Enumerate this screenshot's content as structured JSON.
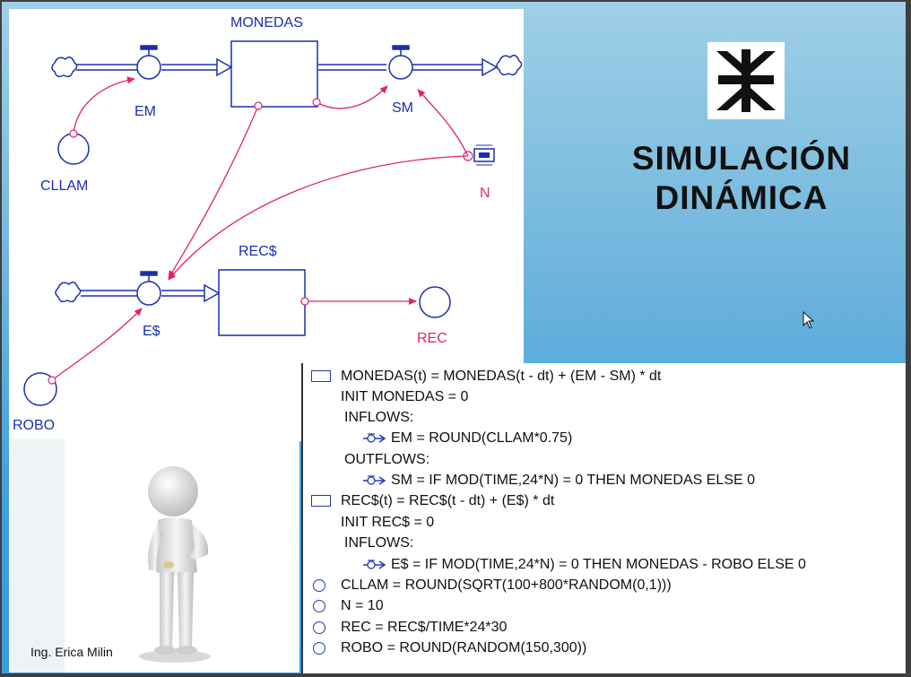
{
  "slide": {
    "title_line1": "SIMULACIÓN",
    "title_line2": "DINÁMICA",
    "author": "Ing. Erica Milin",
    "colors": {
      "diagram_blue": "#1a2fb0",
      "connector_pink": "#e0246e",
      "background": "#4aa3e0"
    }
  },
  "diagram": {
    "stocks": [
      "MONEDAS",
      "REC$"
    ],
    "flows": [
      "EM",
      "SM",
      "E$"
    ],
    "converters": [
      "CLLAM",
      "N",
      "REC",
      "ROBO"
    ]
  },
  "equations": [
    {
      "kind": "stock",
      "text": "MONEDAS(t) = MONEDAS(t - dt) + (EM - SM) * dt"
    },
    {
      "kind": "plain",
      "text": "INIT MONEDAS = 0"
    },
    {
      "kind": "plain",
      "text": "INFLOWS:"
    },
    {
      "kind": "flow",
      "text": "EM = ROUND(CLLAM*0.75)"
    },
    {
      "kind": "plain",
      "text": "OUTFLOWS:"
    },
    {
      "kind": "flow",
      "text": "SM = IF MOD(TIME,24*N) = 0 THEN MONEDAS ELSE 0"
    },
    {
      "kind": "stock",
      "text": "REC$(t) = REC$(t - dt) + (E$) * dt"
    },
    {
      "kind": "plain",
      "text": "INIT REC$ = 0"
    },
    {
      "kind": "plain",
      "text": "INFLOWS:"
    },
    {
      "kind": "flow",
      "text": "E$ = IF MOD(TIME,24*N) = 0 THEN MONEDAS - ROBO ELSE 0"
    },
    {
      "kind": "converter",
      "text": "CLLAM = ROUND(SQRT(100+800*RANDOM(0,1)))"
    },
    {
      "kind": "converter",
      "text": "N = 10"
    },
    {
      "kind": "converter",
      "text": "REC = REC$/TIME*24*30"
    },
    {
      "kind": "converter",
      "text": "ROBO = ROUND(RANDOM(150,300))"
    }
  ]
}
